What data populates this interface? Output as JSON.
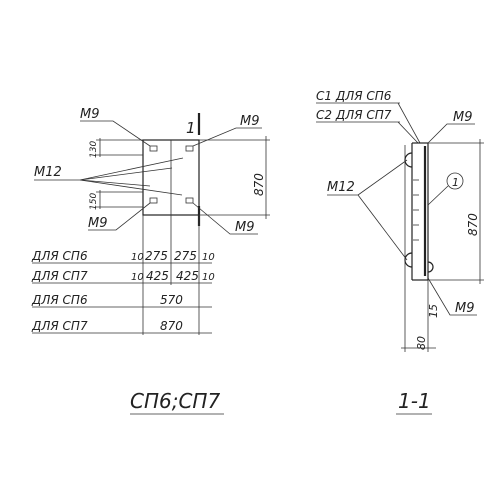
{
  "left_view": {
    "labels": {
      "m9_top_left": "M9",
      "m9_top_right": "M9",
      "m12": "M12",
      "m9_bottom_left": "M9",
      "m9_bottom_right": "M9",
      "section_mark": "1",
      "dim_130": "130",
      "dim_150": "150",
      "dim_870_vertical": "870"
    },
    "rows": [
      {
        "label": "ДЛЯ СП6",
        "values": [
          "10",
          "275",
          "275",
          "10"
        ]
      },
      {
        "label": "ДЛЯ СП7",
        "values": [
          "10",
          "425",
          "425",
          "10"
        ]
      },
      {
        "label": "ДЛЯ СП6",
        "values": [
          "570"
        ]
      },
      {
        "label": "ДЛЯ СП7",
        "values": [
          "870"
        ]
      }
    ],
    "title": "СП6;СП7"
  },
  "right_view": {
    "labels": {
      "c1": "C1 ДЛЯ СП6",
      "c2": "C2 ДЛЯ СП7",
      "m9_top": "M9",
      "m12": "M12",
      "m9_bottom": "M9",
      "callout": "1",
      "dim_870_vertical": "870",
      "dim_15": "15",
      "dim_80": "80"
    },
    "title": "1-1"
  }
}
